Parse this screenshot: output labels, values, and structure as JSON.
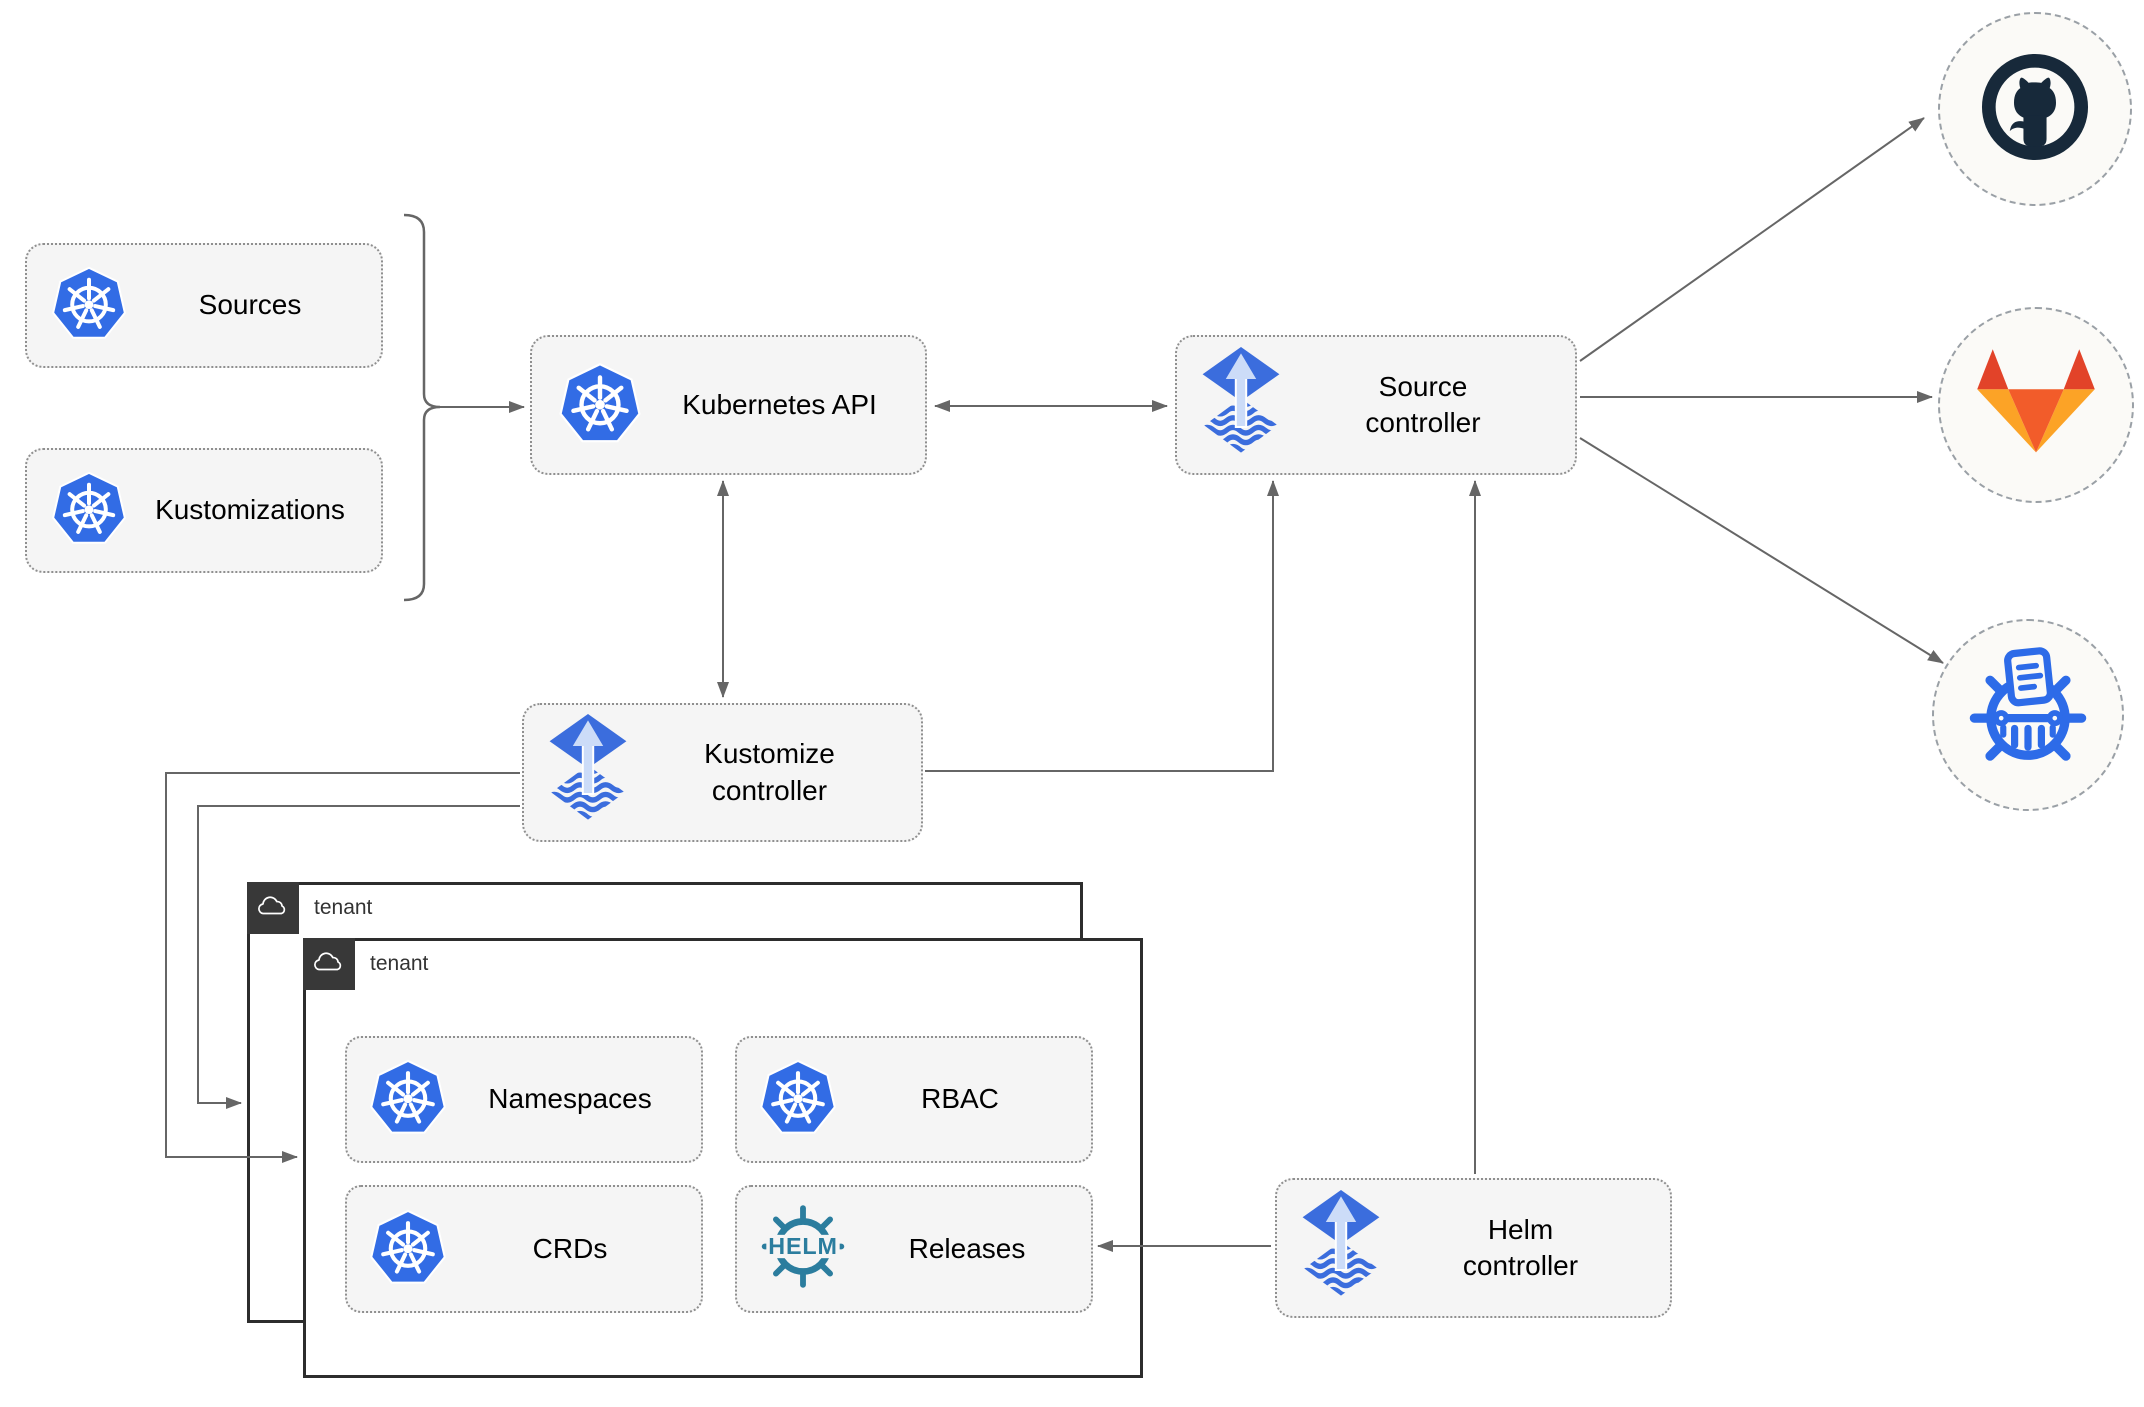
{
  "nodes": {
    "sources": {
      "label": "Sources",
      "icon": "kubernetes-icon"
    },
    "kustomizations": {
      "label": "Kustomizations",
      "icon": "kubernetes-icon"
    },
    "kubernetes_api": {
      "label": "Kubernetes API",
      "icon": "kubernetes-icon"
    },
    "source_controller": {
      "label": "Source controller",
      "icon": "flux-icon"
    },
    "kustomize_controller": {
      "label": "Kustomize controller",
      "icon": "flux-icon"
    },
    "helm_controller": {
      "label": "Helm controller",
      "icon": "flux-icon"
    },
    "namespaces": {
      "label": "Namespaces",
      "icon": "kubernetes-icon"
    },
    "rbac": {
      "label": "RBAC",
      "icon": "kubernetes-icon"
    },
    "crds": {
      "label": "CRDs",
      "icon": "kubernetes-icon"
    },
    "releases": {
      "label": "Releases",
      "icon": "helm-icon"
    }
  },
  "groups": {
    "tenant_back": {
      "label": "tenant",
      "icon": "cloud-icon"
    },
    "tenant_front": {
      "label": "tenant",
      "icon": "cloud-icon"
    }
  },
  "providers": {
    "github": {
      "icon": "github-icon"
    },
    "gitlab": {
      "icon": "gitlab-icon"
    },
    "chartmuseum": {
      "icon": "chartmuseum-icon"
    }
  },
  "edges": [
    {
      "from": "sources+kustomizations",
      "to": "kubernetes_api",
      "style": "arrow"
    },
    {
      "from": "kubernetes_api",
      "to": "source_controller",
      "style": "double-arrow"
    },
    {
      "from": "kubernetes_api",
      "to": "kustomize_controller",
      "style": "double-arrow"
    },
    {
      "from": "kustomize_controller",
      "to": "source_controller",
      "style": "arrow"
    },
    {
      "from": "helm_controller",
      "to": "source_controller",
      "style": "arrow"
    },
    {
      "from": "helm_controller",
      "to": "releases",
      "style": "arrow"
    },
    {
      "from": "kustomize_controller",
      "to": "tenant_front",
      "style": "arrow"
    },
    {
      "from": "kustomize_controller",
      "to": "tenant_back",
      "style": "arrow"
    },
    {
      "from": "source_controller",
      "to": "github",
      "style": "arrow"
    },
    {
      "from": "source_controller",
      "to": "gitlab",
      "style": "arrow"
    },
    {
      "from": "source_controller",
      "to": "chartmuseum",
      "style": "arrow"
    }
  ],
  "colors": {
    "kubernetes_blue": "#326ce5",
    "flux_blue": "#3b6ddd",
    "flux_arrow_light": "#ccdcf8",
    "helm_teal": "#2b7d9e",
    "github_dark": "#17293a",
    "gitlab_red": "#e24329",
    "gitlab_orange": "#f25c2a",
    "gitlab_yellow": "#fca326",
    "chartmuseum_blue": "#2d6be8",
    "node_fill": "#f5f5f5",
    "connector_gray": "#666666",
    "tenant_badge_dark": "#383838"
  }
}
